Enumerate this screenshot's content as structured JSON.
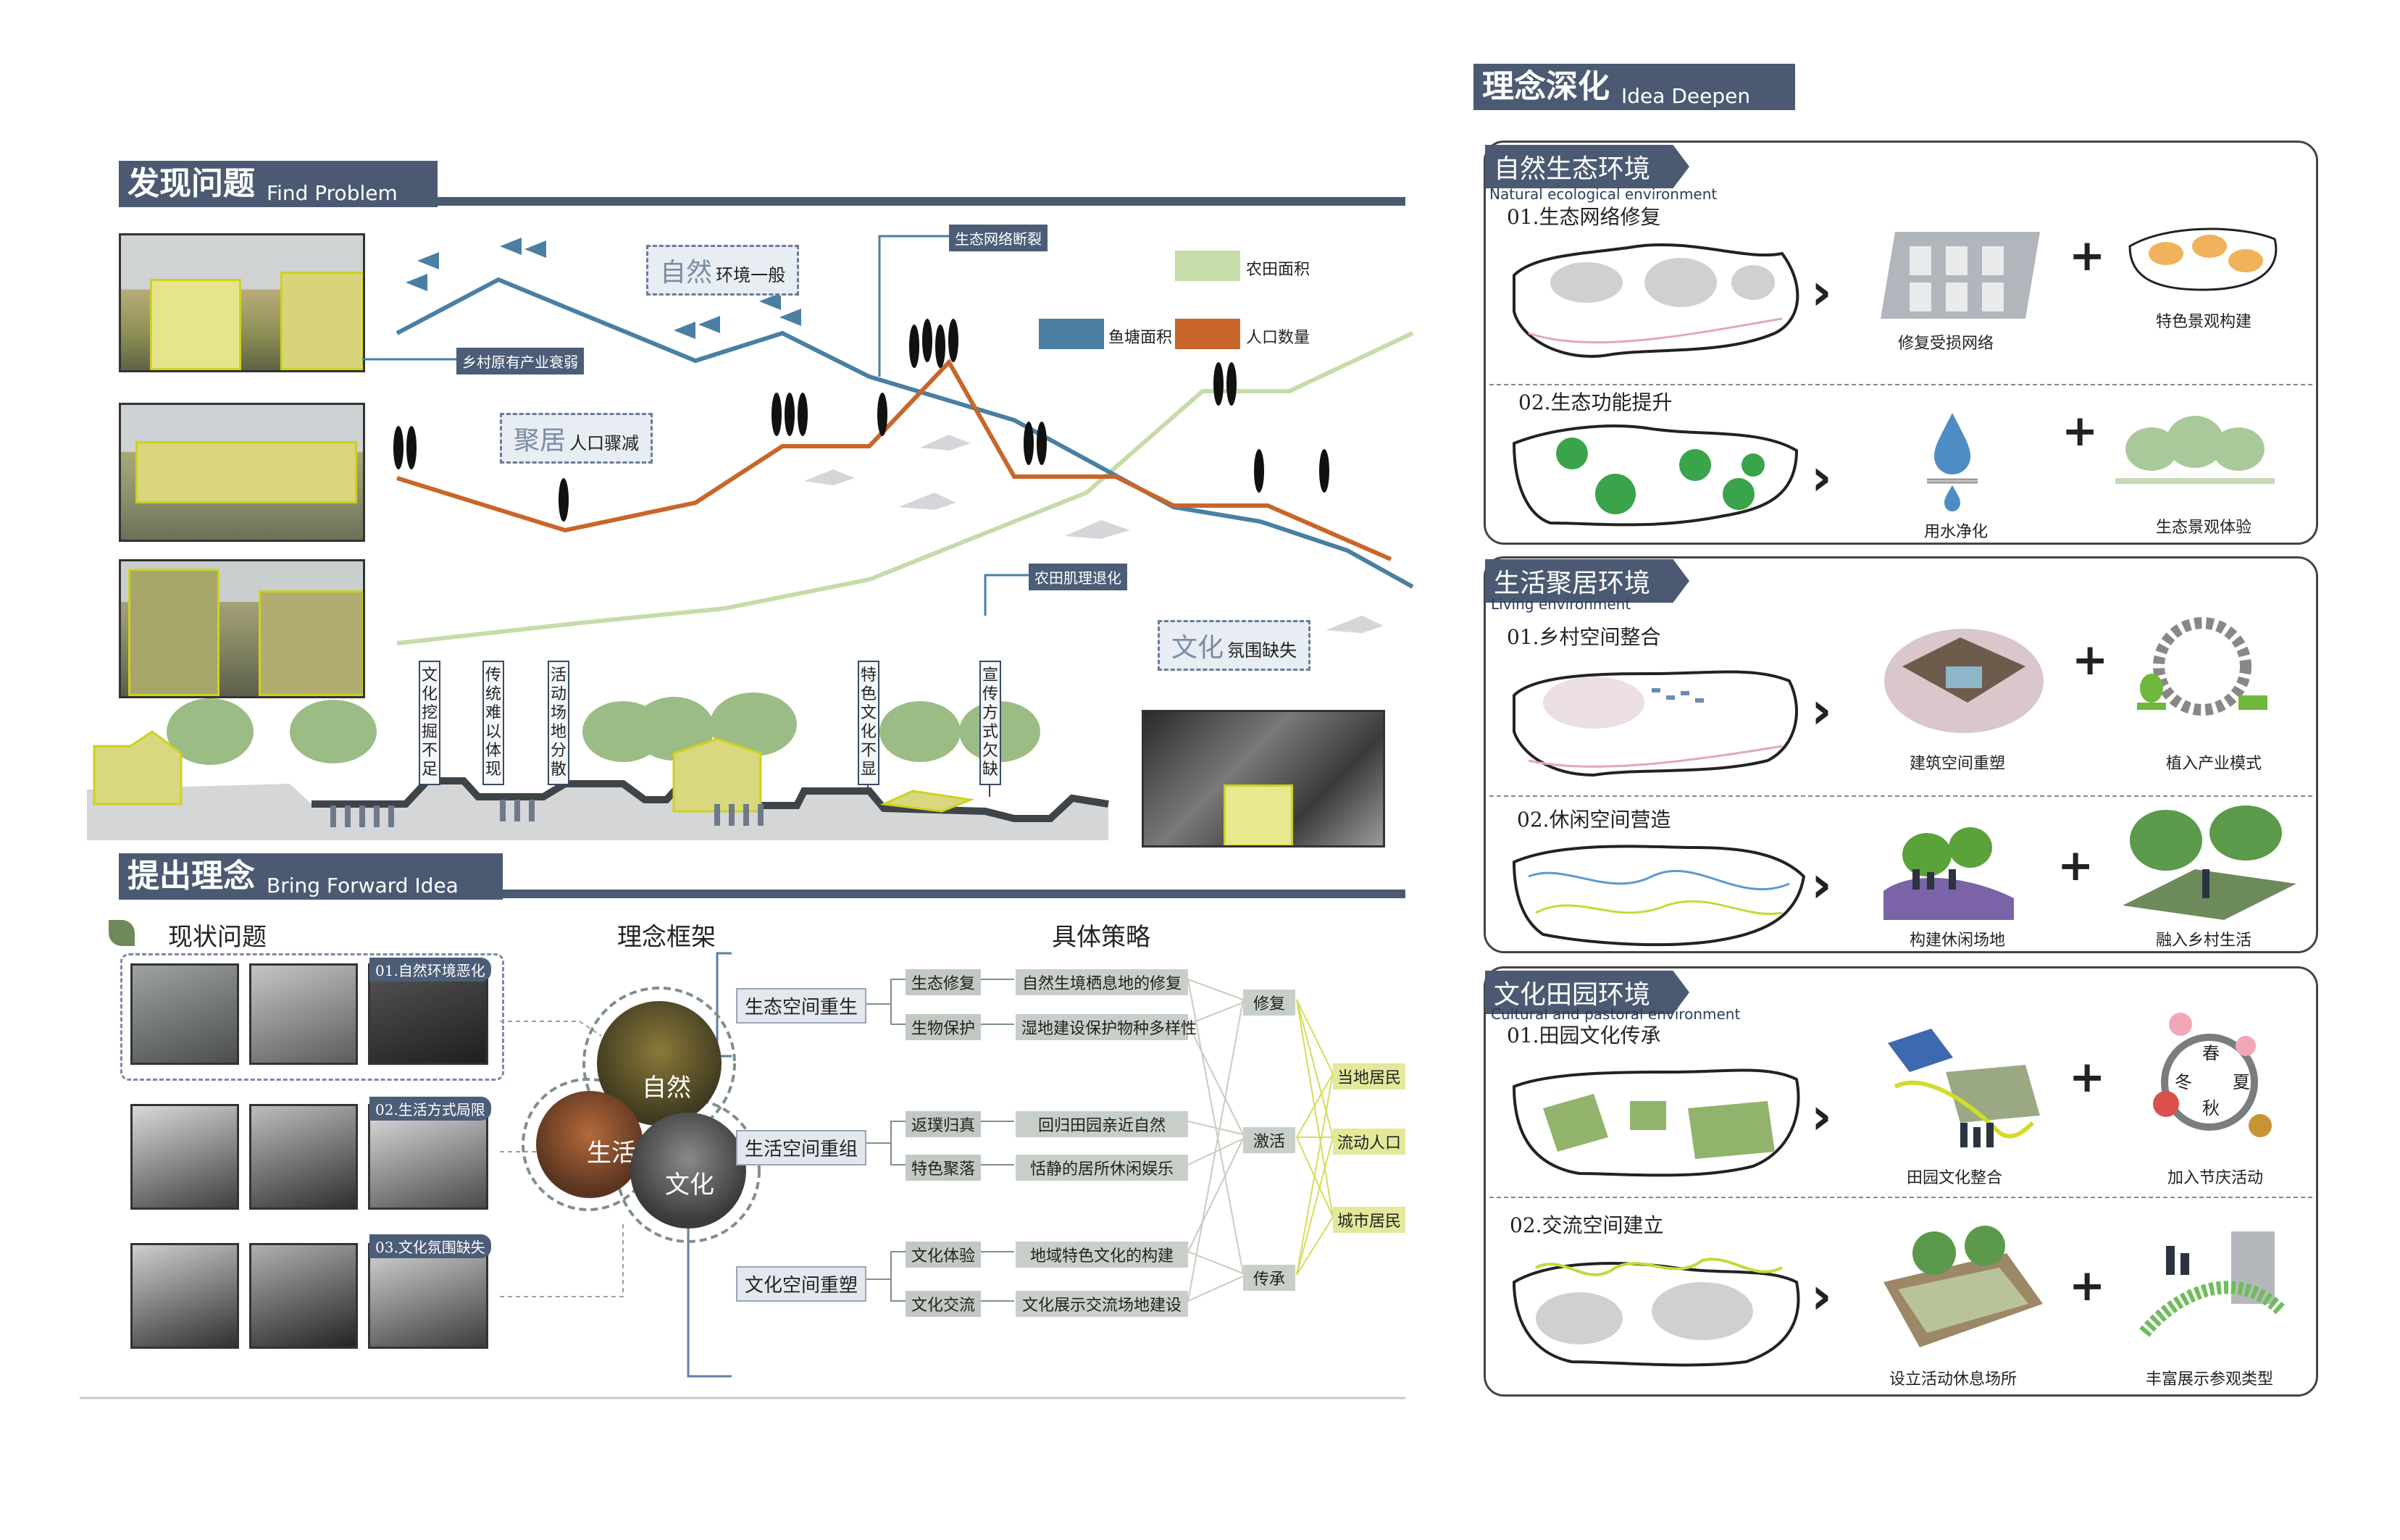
{
  "find_problem": {
    "title_zh": "发现问题",
    "title_en": "Find Problem",
    "tags": {
      "industry": "乡村原有产业衰弱",
      "eco_network": "生态网络断裂",
      "farm_texture": "农田肌理退化"
    },
    "callouts": [
      {
        "big": "自然",
        "small": "环境一般"
      },
      {
        "big": "聚居",
        "small": "人口骤减"
      },
      {
        "big": "文化",
        "small": "氛围缺失"
      }
    ],
    "legend": [
      {
        "label": "农田面积",
        "color": "#c6dca9"
      },
      {
        "label": "鱼塘面积",
        "color": "#4a7fa3"
      },
      {
        "label": "人口数量",
        "color": "#c8662a"
      }
    ],
    "section_labels": [
      "文化挖掘不足",
      "传统难以体现",
      "活动场地分散",
      "特色文化不显",
      "宣传方式欠缺"
    ]
  },
  "bring_idea": {
    "title_zh": "提出理念",
    "title_en": "Bring Forward Idea",
    "col_heads": [
      "现状问题",
      "理念框架",
      "具体策略"
    ],
    "issue_tags": [
      "01.自然环境恶化",
      "02.生活方式局限",
      "03.文化氛围缺失"
    ],
    "circles": [
      "自然",
      "生活",
      "文化"
    ],
    "categories": [
      "生态空间重生",
      "生活空间重组",
      "文化空间重塑"
    ],
    "subs": [
      "生态修复",
      "生物保护",
      "返璞归真",
      "特色聚落",
      "文化体验",
      "文化交流"
    ],
    "strategies": [
      "自然生境栖息地的修复",
      "湿地建设保护物种多样性",
      "回归田园亲近自然",
      "恬静的居所休闲娱乐",
      "地域特色文化的构建",
      "文化展示交流场地建设"
    ],
    "actions": [
      "修复",
      "激活",
      "传承"
    ],
    "users": [
      "当地居民",
      "流动人口",
      "城市居民"
    ]
  },
  "idea_deepen": {
    "title_zh": "理念深化",
    "title_en": "Idea Deepen",
    "panels": [
      {
        "head": "自然生态环境",
        "en": "Natural ecological environment",
        "items": [
          {
            "title": "01.生态网络修复",
            "cap1": "修复受损网络",
            "cap2": "特色景观构建"
          },
          {
            "title": "02.生态功能提升",
            "cap1": "用水净化",
            "cap2": "生态景观体验"
          }
        ]
      },
      {
        "head": "生活聚居环境",
        "en": "Living environment",
        "items": [
          {
            "title": "01.乡村空间整合",
            "cap1": "建筑空间重塑",
            "cap2": "植入产业模式"
          },
          {
            "title": "02.休闲空间营造",
            "cap1": "构建休闲场地",
            "cap2": "融入乡村生活"
          }
        ]
      },
      {
        "head": "文化田园环境",
        "en": "Cultural and pastoral environment",
        "items": [
          {
            "title": "01.田园文化传承",
            "cap1": "田园文化整合",
            "cap2": "加入节庆活动"
          },
          {
            "title": "02.交流空间建立",
            "cap1": "设立活动休息场所",
            "cap2": "丰富展示参观类型"
          }
        ]
      }
    ],
    "seasons": [
      "春",
      "夏",
      "秋",
      "冬"
    ]
  }
}
